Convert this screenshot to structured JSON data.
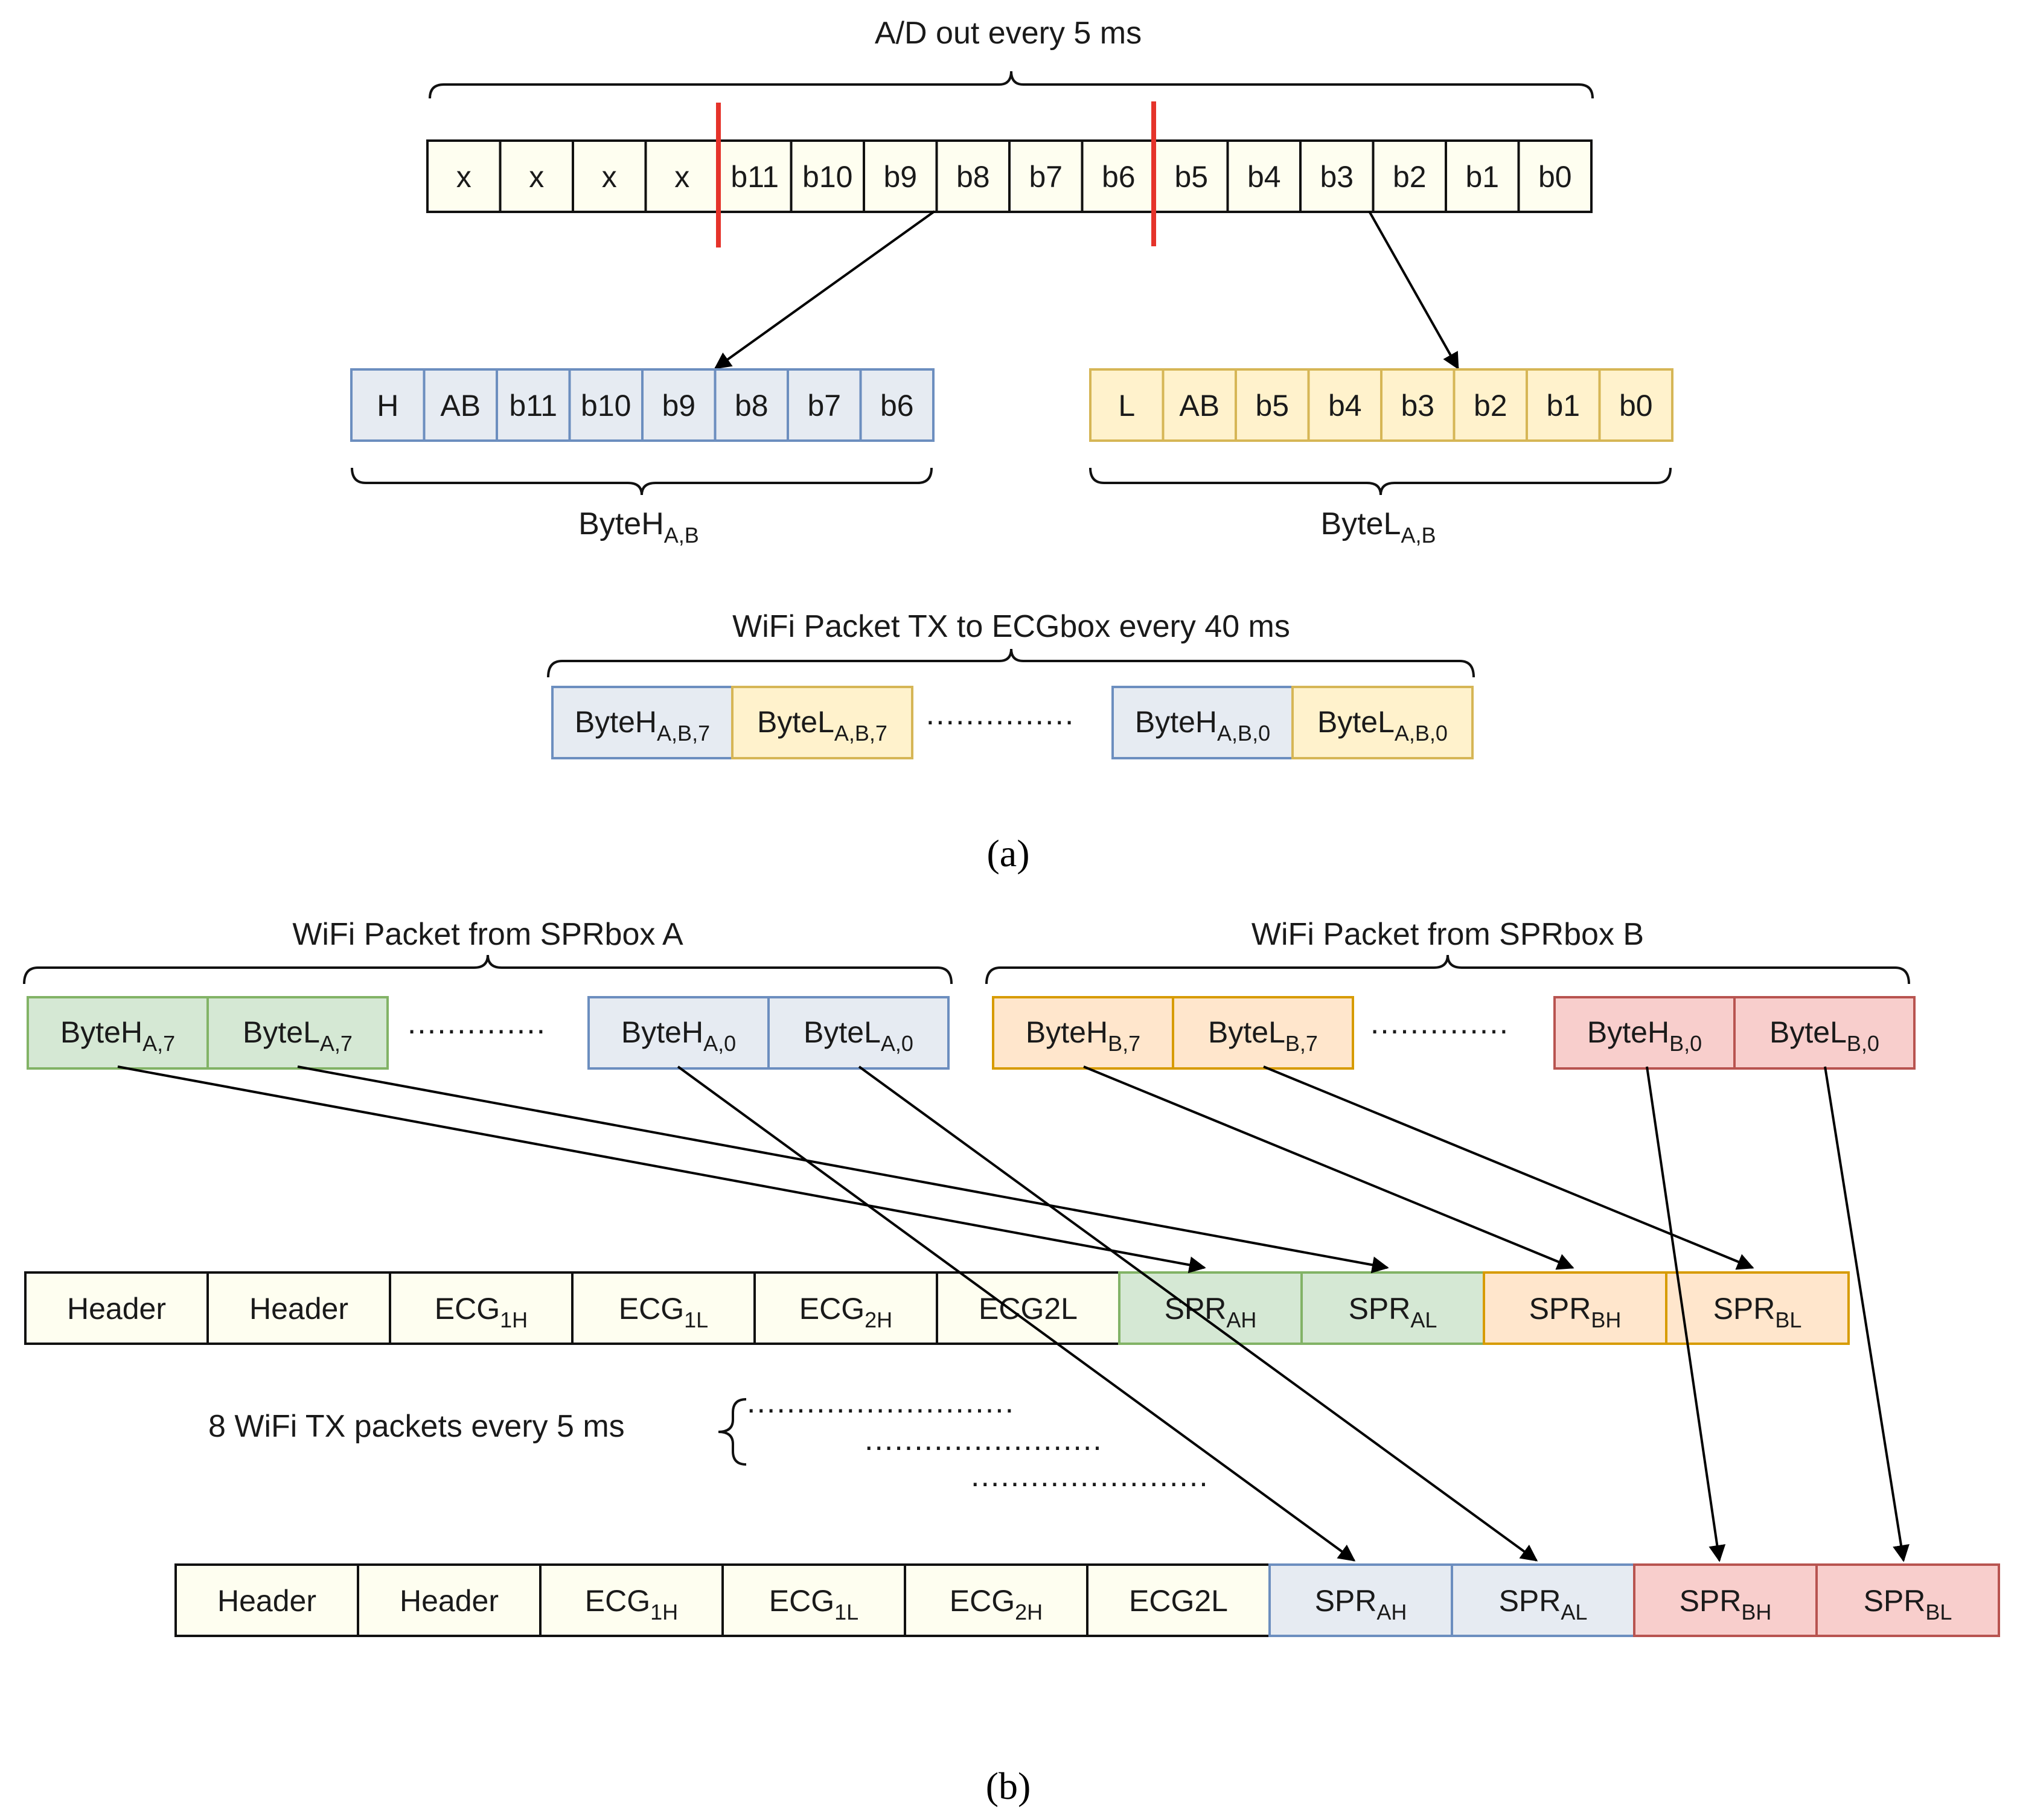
{
  "colors": {
    "cream_fill": "#fefef0",
    "cream_stroke": "#111111",
    "blue_fill": "#e6ebf2",
    "blue_stroke": "#6c8ebf",
    "yellow_fill": "#fff2cc",
    "yellow_stroke": "#d6b656",
    "green_fill": "#d5e8d4",
    "green_stroke": "#82b366",
    "orange_fill": "#ffe6cc",
    "orange_stroke": "#d79b00",
    "red_fill": "#f8cecc",
    "red_stroke": "#b85450",
    "marker_red": "#e5332a"
  },
  "panel_a": {
    "adc_caption": "A/D out every 5 ms",
    "adc_bits": [
      "x",
      "x",
      "x",
      "x",
      "b11",
      "b10",
      "b9",
      "b8",
      "b7",
      "b6",
      "b5",
      "b4",
      "b3",
      "b2",
      "b1",
      "b0"
    ],
    "byte_h_bits": [
      "H",
      "AB",
      "b11",
      "b10",
      "b9",
      "b8",
      "b7",
      "b6"
    ],
    "byte_l_bits": [
      "L",
      "AB",
      "b5",
      "b4",
      "b3",
      "b2",
      "b1",
      "b0"
    ],
    "byte_h_label": {
      "main": "ByteH",
      "sub": "A,B"
    },
    "byte_l_label": {
      "main": "ByteL",
      "sub": "A,B"
    },
    "wifi_caption": "WiFi Packet TX to ECGbox every 40 ms",
    "wifi_cells": [
      {
        "main": "ByteH",
        "sub": "A,B,7"
      },
      {
        "main": "ByteL",
        "sub": "A,B,7"
      },
      {
        "main": "ByteH",
        "sub": "A,B,0"
      },
      {
        "main": "ByteL",
        "sub": "A,B,0"
      }
    ],
    "ellipsis": "...............",
    "label": "(a)"
  },
  "panel_b": {
    "packet_a_caption": "WiFi Packet from SPRbox A",
    "packet_b_caption": "WiFi Packet from SPRbox B",
    "packet_a_cells": [
      {
        "main": "ByteH",
        "sub": "A,7"
      },
      {
        "main": "ByteL",
        "sub": "A,7"
      },
      {
        "main": "ByteH",
        "sub": "A,0"
      },
      {
        "main": "ByteL",
        "sub": "A,0"
      }
    ],
    "packet_b_cells": [
      {
        "main": "ByteH",
        "sub": "B,7"
      },
      {
        "main": "ByteL",
        "sub": "B,7"
      },
      {
        "main": "ByteH",
        "sub": "B,0"
      },
      {
        "main": "ByteL",
        "sub": "B,0"
      }
    ],
    "ellipsis": "..............",
    "tx_row_cells": [
      {
        "main": "Header",
        "sub": ""
      },
      {
        "main": "Header",
        "sub": ""
      },
      {
        "main": "ECG",
        "sub": "1H"
      },
      {
        "main": "ECG",
        "sub": "1L"
      },
      {
        "main": "ECG",
        "sub": "2H"
      },
      {
        "main": "ECG2L",
        "sub": ""
      },
      {
        "main": "SPR",
        "sub": "AH"
      },
      {
        "main": "SPR",
        "sub": "AL"
      },
      {
        "main": "SPR",
        "sub": "BH"
      },
      {
        "main": "SPR",
        "sub": "BL"
      }
    ],
    "packets_caption": "8 WiFi TX packets every 5 ms",
    "packets_dots": [
      "...........................",
      "........................",
      "........................"
    ],
    "label": "(b)"
  }
}
